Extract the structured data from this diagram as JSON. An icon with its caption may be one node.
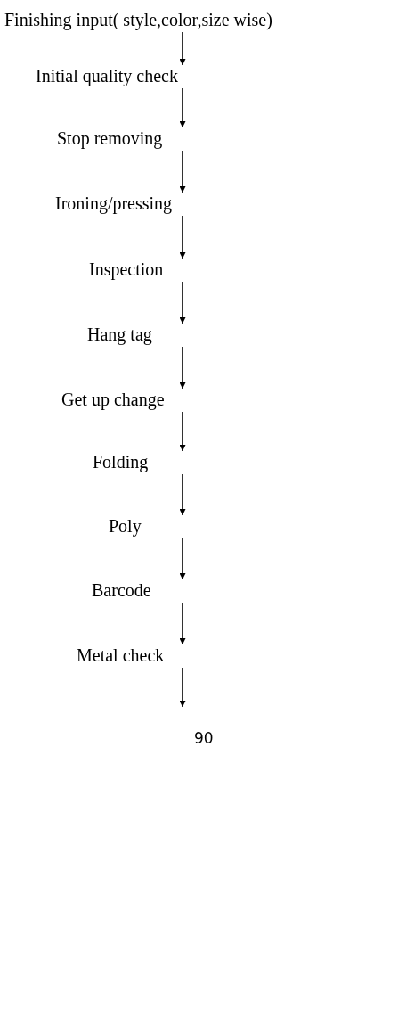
{
  "diagram": {
    "nodes": [
      {
        "text": [
          "Finishing input( style,color,size wise)"
        ]
      },
      {
        "text": [
          "Initial quality check"
        ]
      },
      {
        "text": [
          "Stop removing"
        ]
      },
      {
        "text": [
          "Ironing/pressing"
        ]
      },
      {
        "text": [
          "Inspection"
        ]
      },
      {
        "text": [
          "Hang tag"
        ]
      },
      {
        "text": [
          "Get up change"
        ]
      },
      {
        "text": [
          "Folding"
        ]
      },
      {
        "text": [
          "Poly"
        ]
      },
      {
        "text": [
          "Barcode"
        ]
      },
      {
        "text": [
          "Metal check"
        ]
      }
    ],
    "edges": [
      {
        "from": 0,
        "to": 1,
        "arrow": "to"
      },
      {
        "from": 1,
        "to": 2,
        "arrow": "to"
      },
      {
        "from": 2,
        "to": 3,
        "arrow": "to"
      },
      {
        "from": 3,
        "to": 4,
        "arrow": "to"
      },
      {
        "from": 4,
        "to": 5,
        "arrow": "to"
      },
      {
        "from": 5,
        "to": 6,
        "arrow": "to"
      },
      {
        "from": 6,
        "to": 7,
        "arrow": "to"
      },
      {
        "from": 7,
        "to": 8,
        "arrow": "to"
      },
      {
        "from": 8,
        "to": 9,
        "arrow": "to"
      },
      {
        "from": 9,
        "to": 10,
        "arrow": "to"
      },
      {
        "from": 10,
        "to": null,
        "arrow": "to"
      }
    ],
    "labels": [
      "90"
    ]
  }
}
